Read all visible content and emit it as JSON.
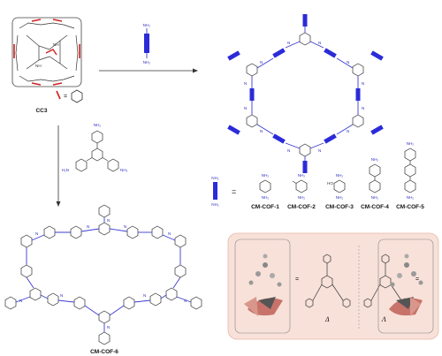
{
  "cage_label": "CC3",
  "cage_atoms": {
    "n_right": "NH",
    "n_left": "NH"
  },
  "equals_sign": "=",
  "top_monomer": {
    "top": "NH₂",
    "bottom": "NH₂"
  },
  "left_monomer": {
    "top": "NH₂",
    "left": "H₂N",
    "right": "NH₂"
  },
  "linker_equals": "=",
  "linkers": [
    {
      "label": "CM-COF-1",
      "sub_top": "NH₂",
      "sub_bottom": "NH₂",
      "sub_extra": ""
    },
    {
      "label": "CM-COF-2",
      "sub_top": "NH₂",
      "sub_bottom": "NH₂",
      "sub_extra": ""
    },
    {
      "label": "CM-COF-3",
      "sub_top": "NH₂",
      "sub_bottom": "NH₂",
      "sub_extra": "HO"
    },
    {
      "label": "CM-COF-4",
      "sub_top": "NH₂",
      "sub_bottom": "NH₂",
      "sub_extra": ""
    },
    {
      "label": "CM-COF-5",
      "sub_top": "NH₂",
      "sub_bottom": "NH₂",
      "sub_extra": ""
    }
  ],
  "cof6_label": "CM-COF-6",
  "chirality": {
    "eq": "=",
    "delta": "Δ",
    "lambda": "Λ"
  },
  "colors": {
    "linker_blue": "#2b2bd8",
    "node_bond": "#333333",
    "cage_red": "#d02020",
    "panel_bg": "#f8e1d9",
    "panel_border": "#e8b8a8"
  }
}
